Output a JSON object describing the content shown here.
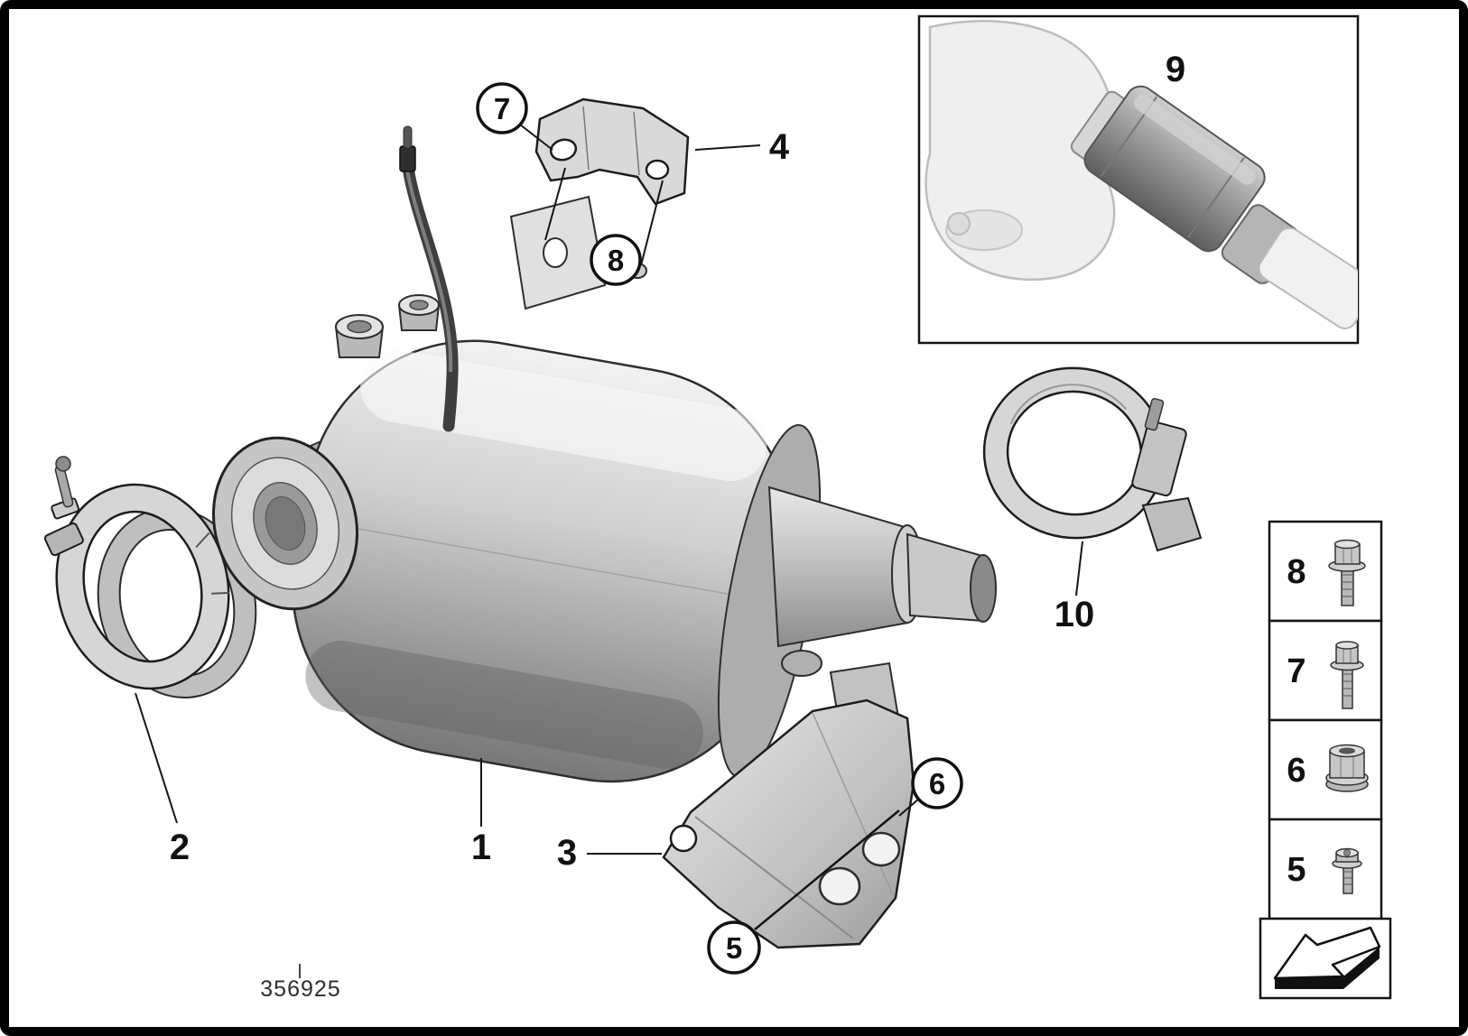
{
  "figure": {
    "type": "exploded-parts-diagram",
    "subject": "catalytic-converter-diesel-particulate-filter",
    "drawing_number": "356925",
    "background": "#ffffff",
    "frame_color": "#000000",
    "line_color": "#1a1a1a"
  },
  "callouts": {
    "part1": {
      "label": "1",
      "circled": false,
      "points_to": "dpf-catalytic-converter-body"
    },
    "part2": {
      "label": "2",
      "circled": false,
      "points_to": "v-band-clamp"
    },
    "part3": {
      "label": "3",
      "circled": false,
      "points_to": "support-bracket-lower"
    },
    "part4": {
      "label": "4",
      "circled": false,
      "points_to": "support-bracket-upper"
    },
    "part5": {
      "label": "5",
      "circled": true,
      "points_to": "torx-screw"
    },
    "part6": {
      "label": "6",
      "circled": true,
      "points_to": "flange-nut"
    },
    "part7": {
      "label": "7",
      "circled": true,
      "points_to": "hex-bolt-upper"
    },
    "part8": {
      "label": "8",
      "circled": true,
      "points_to": "hex-bolt-bracket"
    },
    "part9": {
      "label": "9",
      "circled": false,
      "points_to": "installed-position-inset"
    },
    "part10": {
      "label": "10",
      "circled": false,
      "points_to": "band-clamp"
    }
  },
  "legend": {
    "rows": [
      {
        "label": "8",
        "icon": "hex-flange-bolt-icon"
      },
      {
        "label": "7",
        "icon": "hex-flange-bolt-icon"
      },
      {
        "label": "6",
        "icon": "hex-flange-nut-icon"
      },
      {
        "label": "5",
        "icon": "torx-screw-icon"
      }
    ],
    "direction_icon": "direction-arrow-icon"
  },
  "colors": {
    "metal_light": "#efefef",
    "metal_mid": "#bdbdbd",
    "metal_dark": "#787878"
  }
}
